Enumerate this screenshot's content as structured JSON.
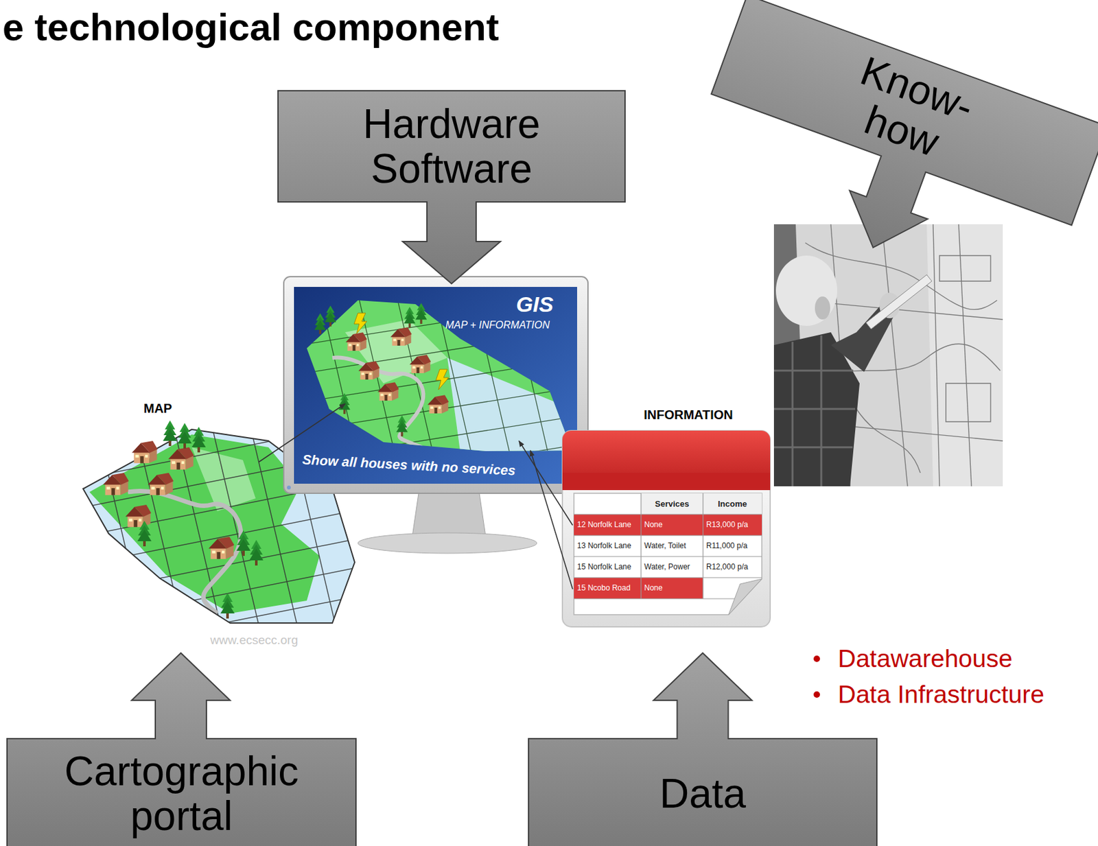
{
  "diagram": {
    "title": "e technological component",
    "nodes": [
      {
        "text": [
          "Hardware Software"
        ]
      },
      {
        "text": [
          "Know-how"
        ]
      },
      {
        "text": [
          "Cartographic portal"
        ]
      },
      {
        "text": [
          "Data"
        ]
      }
    ],
    "labels": [
      "MAP",
      "GIS",
      "MAP + INFORMATION",
      "Show all houses with no services",
      "INFORMATION",
      "Services",
      "Income",
      "12 Norfolk Lane",
      "None",
      "R13,000 p/a",
      "13 Norfolk Lane",
      "Water, Toilet",
      "R11,000 p/a",
      "15 Norfolk Lane",
      "Water, Power",
      "R12,000 p/a",
      "15 Ncobo Road",
      "None",
      "www.ecsecc.org",
      "Datawarehouse",
      "Data Infrastructure"
    ]
  }
}
